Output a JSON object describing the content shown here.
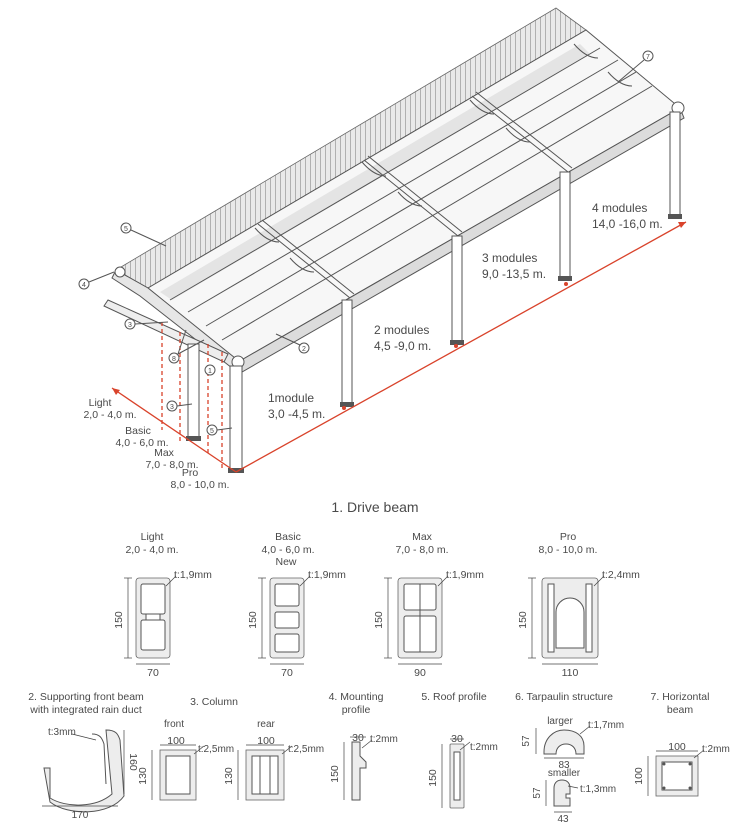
{
  "main_diagram": {
    "modules": [
      {
        "label": "1module",
        "range": "3,0 -4,5 m."
      },
      {
        "label": "2 modules",
        "range": "4,5 -9,0 m."
      },
      {
        "label": "3 modules",
        "range": "9,0 -13,5 m."
      },
      {
        "label": "4 modules",
        "range": "14,0 -16,0 m."
      }
    ],
    "depths": [
      {
        "label": "Light",
        "range": "2,0 - 4,0 m."
      },
      {
        "label": "Basic",
        "range": "4,0 - 6,0 m."
      },
      {
        "label": "Max",
        "range": "7,0 - 8,0 m."
      },
      {
        "label": "Pro",
        "range": "8,0 - 10,0 m."
      }
    ],
    "callouts": [
      "7",
      "5",
      "4",
      "3",
      "2",
      "8",
      "1",
      "3",
      "5"
    ]
  },
  "drive_beam": {
    "title": "1. Drive beam",
    "profiles": [
      {
        "name": "Light",
        "range": "2,0 - 4,0 m.",
        "thickness": "t:1,9mm",
        "height": "150",
        "width": "70"
      },
      {
        "name": "Basic",
        "range": "4,0 - 6,0 m.",
        "note": "New",
        "thickness": "t:1,9mm",
        "height": "150",
        "width": "70"
      },
      {
        "name": "Max",
        "range": "7,0 - 8,0 m.",
        "thickness": "t:1,9mm",
        "height": "150",
        "width": "90"
      },
      {
        "name": "Pro",
        "range": "8,0 - 10,0 m.",
        "thickness": "t:2,4mm",
        "height": "150",
        "width": "110"
      }
    ]
  },
  "parts": {
    "front_beam": {
      "title_line1": "2. Supporting front beam",
      "title_line2": "with integrated rain duct",
      "thickness": "t:3mm",
      "height": "160",
      "width": "170"
    },
    "column": {
      "title": "3. Column",
      "front_label": "front",
      "rear_label": "rear",
      "front_width": "100",
      "front_height": "130",
      "front_thickness": "t:2,5mm",
      "rear_width": "100",
      "rear_height": "130",
      "rear_thickness": "t:2,5mm"
    },
    "mounting": {
      "title_line1": "4. Mounting",
      "title_line2": "profile",
      "width": "30",
      "height": "150",
      "thickness": "t:2mm"
    },
    "roof": {
      "title": "5. Roof profile",
      "width": "30",
      "height": "150",
      "thickness": "t:2mm"
    },
    "tarpaulin": {
      "title": "6. Tarpaulin structure",
      "larger_label": "larger",
      "larger_thickness": "t:1,7mm",
      "larger_height": "57",
      "larger_width": "83",
      "smaller_label": "smaller",
      "smaller_thickness": "t:1,3mm",
      "smaller_height": "57",
      "smaller_width": "43"
    },
    "horizontal": {
      "title_line1": "7. Horizontal",
      "title_line2": "beam",
      "width": "100",
      "height": "100",
      "thickness": "t:2mm"
    }
  }
}
